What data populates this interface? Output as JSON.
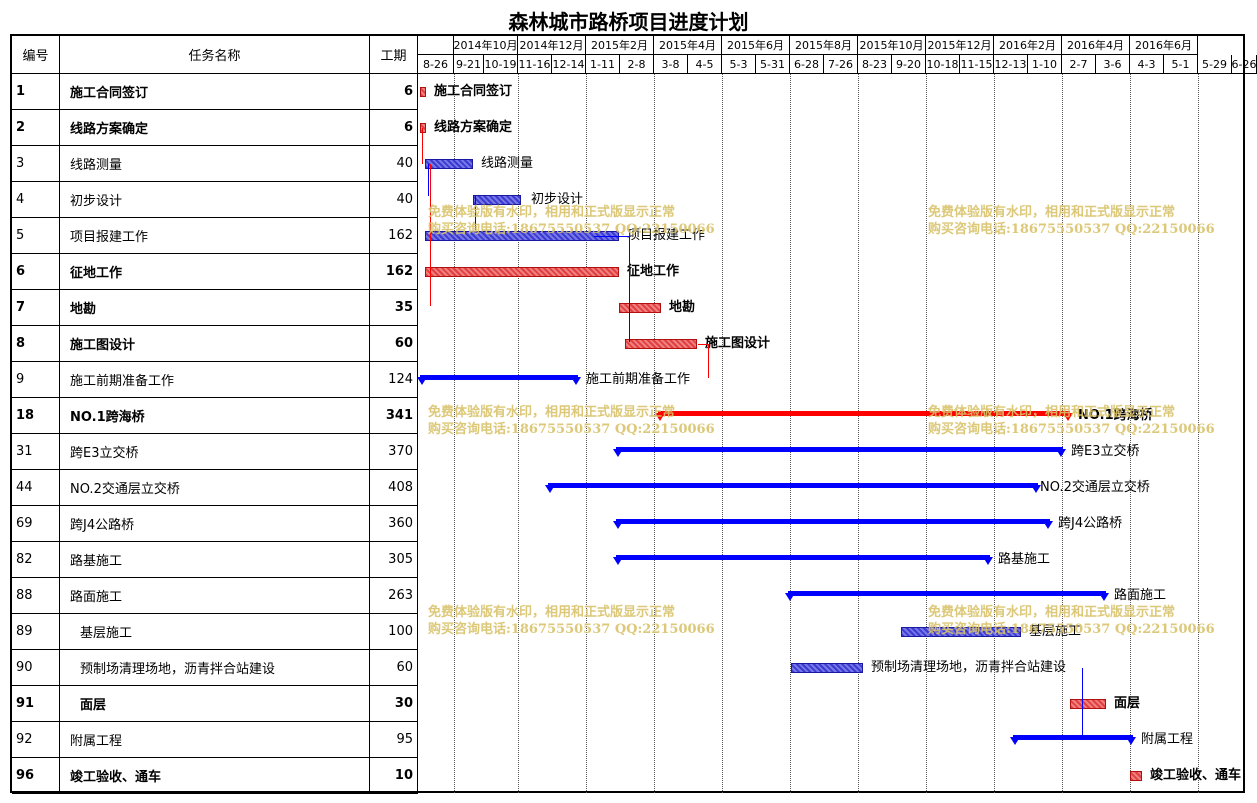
{
  "title": "森林城市路桥项目进度计划",
  "headers": {
    "id": "编号",
    "name": "任务名称",
    "duration": "工期"
  },
  "months": [
    "2014年10月",
    "2014年12月",
    "2015年2月",
    "2015年4月",
    "2015年6月",
    "2015年8月",
    "2015年10月",
    "2015年12月",
    "2016年2月",
    "2016年4月",
    "2016年6月"
  ],
  "weeks": [
    "8-26",
    "9-21",
    "10-19",
    "11-16",
    "12-14",
    "1-11",
    "2-8",
    "3-8",
    "4-5",
    "5-3",
    "5-31",
    "6-28",
    "7-26",
    "8-23",
    "9-20",
    "10-18",
    "11-15",
    "12-13",
    "1-10",
    "2-7",
    "3-6",
    "4-3",
    "5-1",
    "5-29",
    "6-26"
  ],
  "tasks": [
    {
      "id": "1",
      "name": "施工合同签订",
      "duration": "6",
      "bold": true,
      "label": "施工合同签订"
    },
    {
      "id": "2",
      "name": "线路方案确定",
      "duration": "6",
      "bold": true,
      "label": "线路方案确定"
    },
    {
      "id": "3",
      "name": "线路测量",
      "duration": "40",
      "bold": false,
      "label": "线路测量"
    },
    {
      "id": "4",
      "name": "初步设计",
      "duration": "40",
      "bold": false,
      "label": "初步设计"
    },
    {
      "id": "5",
      "name": "项目报建工作",
      "duration": "162",
      "bold": false,
      "label": "项目报建工作"
    },
    {
      "id": "6",
      "name": "征地工作",
      "duration": "162",
      "bold": true,
      "label": "征地工作"
    },
    {
      "id": "7",
      "name": "地勘",
      "duration": "35",
      "bold": true,
      "label": "地勘"
    },
    {
      "id": "8",
      "name": "施工图设计",
      "duration": "60",
      "bold": true,
      "label": "施工图设计"
    },
    {
      "id": "9",
      "name": "施工前期准备工作",
      "duration": "124",
      "bold": false,
      "label": "施工前期准备工作"
    },
    {
      "id": "18",
      "name": "NO.1跨海桥",
      "duration": "341",
      "bold": true,
      "label": "NO.1跨海桥"
    },
    {
      "id": "31",
      "name": "跨E3立交桥",
      "duration": "370",
      "bold": false,
      "label": "跨E3立交桥"
    },
    {
      "id": "44",
      "name": "NO.2交通层立交桥",
      "duration": "408",
      "bold": false,
      "label": "NO.2交通层立交桥"
    },
    {
      "id": "69",
      "name": "跨J4公路桥",
      "duration": "360",
      "bold": false,
      "label": "跨J4公路桥"
    },
    {
      "id": "82",
      "name": "路基施工",
      "duration": "305",
      "bold": false,
      "label": "路基施工"
    },
    {
      "id": "88",
      "name": "路面施工",
      "duration": "263",
      "bold": false,
      "label": "路面施工"
    },
    {
      "id": "89",
      "name": "基层施工",
      "duration": "100",
      "bold": false,
      "label": "基层施工",
      "indent": true
    },
    {
      "id": "90",
      "name": "预制场清理场地，沥青拌合站建设",
      "duration": "60",
      "bold": false,
      "label": "预制场清理场地，沥青拌合站建设",
      "indent": true
    },
    {
      "id": "91",
      "name": "面层",
      "duration": "30",
      "bold": true,
      "label": "面层",
      "indent": true
    },
    {
      "id": "92",
      "name": "附属工程",
      "duration": "95",
      "bold": false,
      "label": "附属工程"
    },
    {
      "id": "96",
      "name": "竣工验收、通车",
      "duration": "10",
      "bold": true,
      "label": "竣工验收、通车"
    }
  ],
  "watermark": {
    "line1": "免费体验版有水印，相用和正式版显示正常",
    "line2": "购买咨询电话:18675550537 QQ:22150066"
  },
  "colors": {
    "summary_bar": "#0000ff",
    "critical_bar": "#ff0000",
    "task_bar": "#3b3bd0",
    "critical_task": "#e04040",
    "watermark": "#d9c36a"
  }
}
